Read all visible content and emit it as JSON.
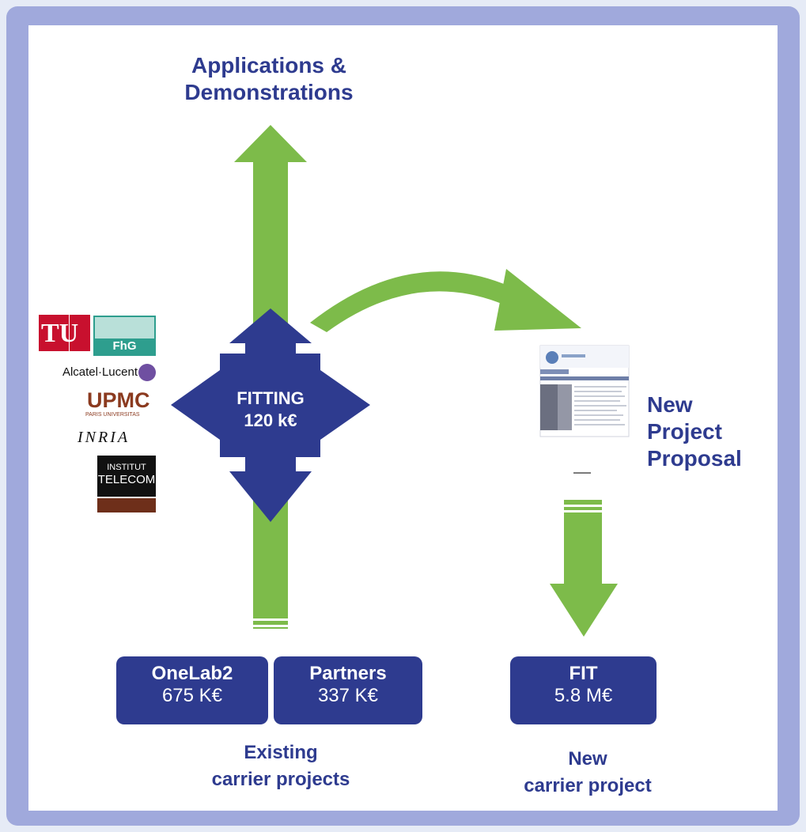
{
  "top_label": [
    "Applications &",
    "Demonstrations"
  ],
  "center": {
    "title": "FITTING",
    "amount": "120 k€"
  },
  "right_label": [
    "New",
    "Project",
    "Proposal"
  ],
  "boxes": [
    {
      "name": "OneLab2",
      "amount": "675 K€"
    },
    {
      "name": "Partners",
      "amount": "337 K€"
    },
    {
      "name": "FIT",
      "amount": "5.8 M€"
    }
  ],
  "bottom_left_label": [
    "Existing",
    "carrier projects"
  ],
  "bottom_right_label": [
    "New",
    "carrier project"
  ],
  "logos": [
    "TU berlin",
    "FhG",
    "Alcatel·Lucent",
    "UPMC",
    "PARIS UNIVERSITAS",
    "INRIA",
    "INSTITUT",
    "TELECOM"
  ],
  "colors": {
    "frame": "#a0a9dc",
    "arrow_green": "#7dbb4a",
    "navy": "#2e3b8f"
  }
}
